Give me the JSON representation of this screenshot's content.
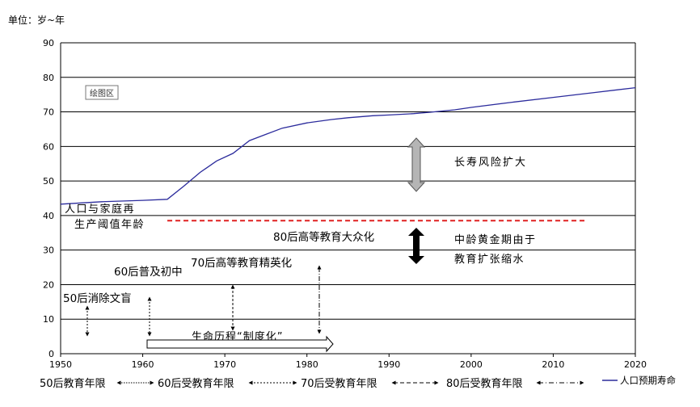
{
  "chart_data": {
    "type": "line",
    "unit_label": "单位：岁~年",
    "plot_area_tag": "绘图区",
    "xlim": [
      1950,
      2020
    ],
    "ylim": [
      0,
      90
    ],
    "x_ticks": [
      1950,
      1960,
      1970,
      1980,
      1990,
      2000,
      2010,
      2020
    ],
    "y_ticks": [
      0,
      10,
      20,
      30,
      40,
      50,
      60,
      70,
      80,
      90
    ],
    "grid": true,
    "legend_position": "bottom-right",
    "series": [
      {
        "name": "人口预期寿命",
        "color": "#2b2b9c",
        "x": [
          1950,
          1955,
          1960,
          1963,
          1965,
          1967,
          1969,
          1971,
          1973,
          1975,
          1977,
          1980,
          1983,
          1985,
          1988,
          1990,
          1993,
          1995,
          1998,
          2000,
          2005,
          2010,
          2015,
          2020
        ],
        "y": [
          43.3,
          44.0,
          44.4,
          44.7,
          48.5,
          52.5,
          55.8,
          58.0,
          61.7,
          63.5,
          65.3,
          66.8,
          67.8,
          68.3,
          68.9,
          69.1,
          69.5,
          69.9,
          70.6,
          71.3,
          72.8,
          74.2,
          75.6,
          77.0
        ]
      }
    ],
    "threshold": {
      "y": 38.5,
      "x_start": 1963,
      "x_end": 2014,
      "color": "#e02020"
    },
    "annotations": {
      "family_threshold_line1": "人口与家庭再",
      "family_threshold_line2": "生产阈值年龄",
      "longevity_risk": "长寿风险扩大",
      "higher_edu_mass": "80后高等教育大众化",
      "golden_age_line1": "中龄黄金期由于",
      "golden_age_line2": "教育扩张缩水",
      "elite_edu": "70后高等教育精英化",
      "basic_edu": "60后普及初中",
      "literacy": "50后消除文盲",
      "life_course": "生命历程“制度化”"
    },
    "education_eras": [
      "50后教育年限",
      "60后受教育年限",
      "70后受教育年限",
      "80后受教育年限"
    ],
    "colors": {
      "grid": "#000000",
      "gray_arrow": "#b5b5b5",
      "black_arrow": "#000000"
    }
  }
}
